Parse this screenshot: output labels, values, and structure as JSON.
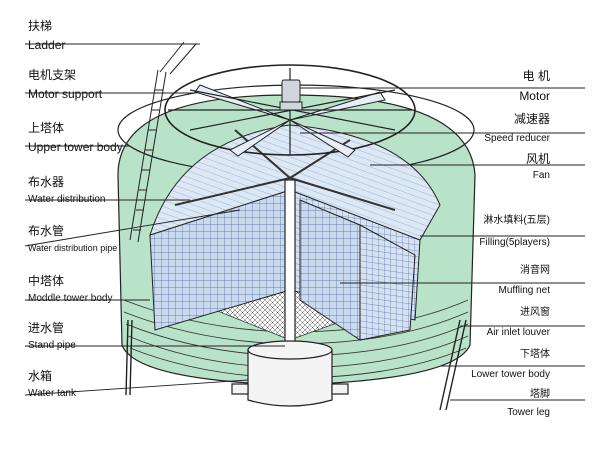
{
  "colors": {
    "green": "#b9e3c8",
    "green_dark": "#9ed2b1",
    "blue_fill": "#c9d9ee",
    "blue_grid": "#5a73a8",
    "line": "#222222"
  },
  "left_labels": [
    {
      "zh": "扶梯",
      "en": "Ladder"
    },
    {
      "zh": "电机支架",
      "en": "Motor support"
    },
    {
      "zh": "上塔体",
      "en": "Upper tower body"
    },
    {
      "zh": "布水器",
      "en": "Water distribution"
    },
    {
      "zh": "布水管",
      "en": "Water distribution pipe"
    },
    {
      "zh": "中塔体",
      "en": "Moddle tower body"
    },
    {
      "zh": "进水管",
      "en": "Stand pipe"
    },
    {
      "zh": "水箱",
      "en": "Water tank"
    }
  ],
  "right_labels": [
    {
      "zh": "电 机",
      "en": "Motor"
    },
    {
      "zh": "减速器",
      "en": "Speed reducer"
    },
    {
      "zh": "风机",
      "en": "Fan"
    },
    {
      "zh": "淋水填料(五层)",
      "en": "Filling(5players)"
    },
    {
      "zh": "消音网",
      "en": "Muffling net"
    },
    {
      "zh": "进风窗",
      "en": "Air inlet louver"
    },
    {
      "zh": "下塔体",
      "en": "Lower tower body"
    },
    {
      "zh": "塔脚",
      "en": "Tower leg"
    }
  ]
}
